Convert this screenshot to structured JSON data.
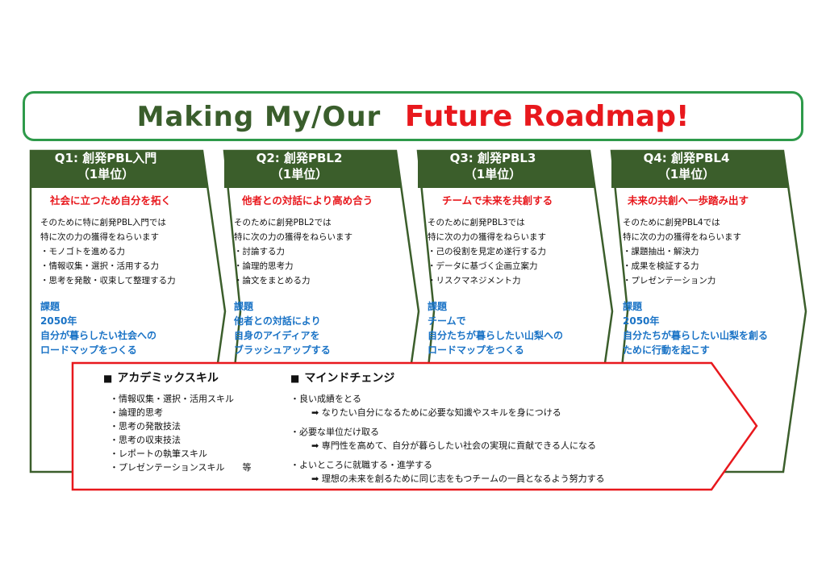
{
  "title": {
    "main": "Making  My/Our",
    "accent": "Future Roadmap!"
  },
  "colors": {
    "banner_border": "#2e9a4a",
    "quarter_fill": "#3b5e2b",
    "accent_red": "#e8181d",
    "task_blue": "#1a73c6",
    "title_green": "#3a5e2c"
  },
  "quarters": [
    {
      "name": "Q1: 創発PBL入門",
      "credits": "（1単位）",
      "theme": "社会に立つため自分を拓く",
      "intro": [
        "そのために特に創発PBL入門では",
        "特に次の力の獲得をねらいます"
      ],
      "abilities": [
        "・モノゴトを進める力",
        "・情報収集・選択・活用する力",
        "・思考を発散・収束して整理する力"
      ],
      "task_label": "課題",
      "task": [
        "2050年",
        "自分が暮らしたい社会への",
        "ロードマップをつくる"
      ]
    },
    {
      "name": "Q2: 創発PBL2",
      "credits": "（1単位）",
      "theme": "他者との対話により高め合う",
      "intro": [
        "そのために創発PBL2では",
        "特に次の力の獲得をねらいます"
      ],
      "abilities": [
        "・討論する力",
        "・論理的思考力",
        "・論文をまとめる力"
      ],
      "task_label": "課題",
      "task": [
        "他者との対話により",
        "自身のアイディアを",
        "ブラッシュアップする"
      ]
    },
    {
      "name": "Q3: 創発PBL3",
      "credits": "（1単位）",
      "theme": "チームで未来を共創する",
      "intro": [
        "そのために創発PBL3では",
        "特に次の力の獲得をねらいます"
      ],
      "abilities": [
        "・己の役割を見定め遂行する力",
        "・データに基づく企画立案力",
        "・リスクマネジメント力"
      ],
      "task_label": "課題",
      "task": [
        "チームで",
        "自分たちが暮らしたい山梨への",
        "ロードマップをつくる"
      ]
    },
    {
      "name": "Q4: 創発PBL4",
      "credits": "（1単位）",
      "theme": "未来の共創へ一歩踏み出す",
      "intro": [
        "そのために創発PBL4では",
        "特に次の力の獲得をねらいます"
      ],
      "abilities": [
        "・課題抽出・解決力",
        "・成果を検証する力",
        "・プレゼンテーション力"
      ],
      "task_label": "課題",
      "task": [
        "2050年",
        "自分たちが暮らしたい山梨を創る",
        "ために行動を起こす"
      ]
    }
  ],
  "academic": {
    "heading": "アカデミックスキル",
    "skills": [
      "・情報収集・選択・活用スキル",
      "・論理的思考",
      "・思考の発散技法",
      "・思考の収束技法",
      "・レポートの執筆スキル",
      "・プレゼンテーションスキル　　等"
    ]
  },
  "mind": {
    "heading": "マインドチェンジ",
    "items": [
      {
        "from": "・良い成績をとる",
        "to": "➡  なりたい自分になるために必要な知識やスキルを身につける"
      },
      {
        "from": "・必要な単位だけ取る",
        "to": "➡  専門性を高めて、自分が暮らしたい社会の実現に貢献できる人になる"
      },
      {
        "from": "・よいところに就職する・進学する",
        "to": "➡  理想の未来を創るために同じ志をもつチームの一員となるよう努力する"
      }
    ]
  }
}
